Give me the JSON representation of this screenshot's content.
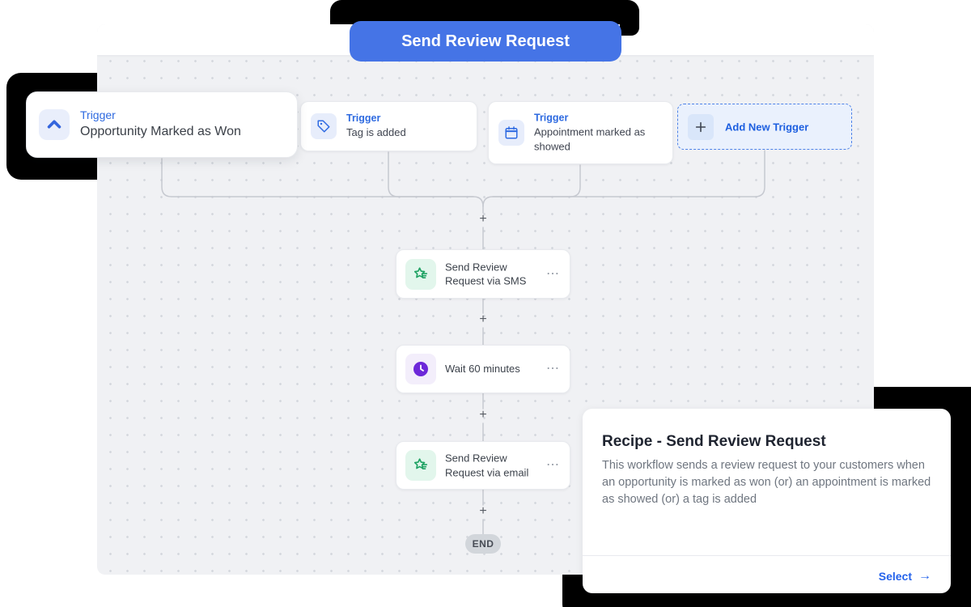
{
  "header": {
    "title": "Send Review Request"
  },
  "triggers": [
    {
      "label": "Trigger",
      "name": "Opportunity Marked as Won",
      "icon": "chevron-up-icon"
    },
    {
      "label": "Trigger",
      "name": "Tag is added",
      "icon": "tag-icon"
    },
    {
      "label": "Trigger",
      "name": "Appointment marked as showed",
      "icon": "calendar-icon"
    }
  ],
  "add_trigger": {
    "label": "Add New Trigger",
    "icon": "plus-icon"
  },
  "workflow": {
    "plus": "+",
    "nodes": [
      {
        "title": "Send Review Request via SMS",
        "icon": "review-star-icon",
        "menu": "⋯"
      },
      {
        "title": "Wait 60 minutes",
        "icon": "clock-icon",
        "menu": "⋯"
      },
      {
        "title": "Send Review Request via email",
        "icon": "review-star-icon",
        "menu": "⋯"
      }
    ],
    "end_label": "END"
  },
  "recipe_panel": {
    "title": "Recipe - Send Review Request",
    "description": "This workflow sends a review request to your customers when an opportunity is marked as won (or) an appointment is marked as showed (or) a tag is added",
    "select_label": "Select",
    "arrow": "→"
  },
  "colors": {
    "accent_blue": "#4574e6",
    "trigger_blue": "#2e6ae0",
    "review_green": "#1ea263",
    "wait_purple": "#6d28d9",
    "canvas_bg": "#f0f1f4",
    "sticker_black": "#000000"
  }
}
